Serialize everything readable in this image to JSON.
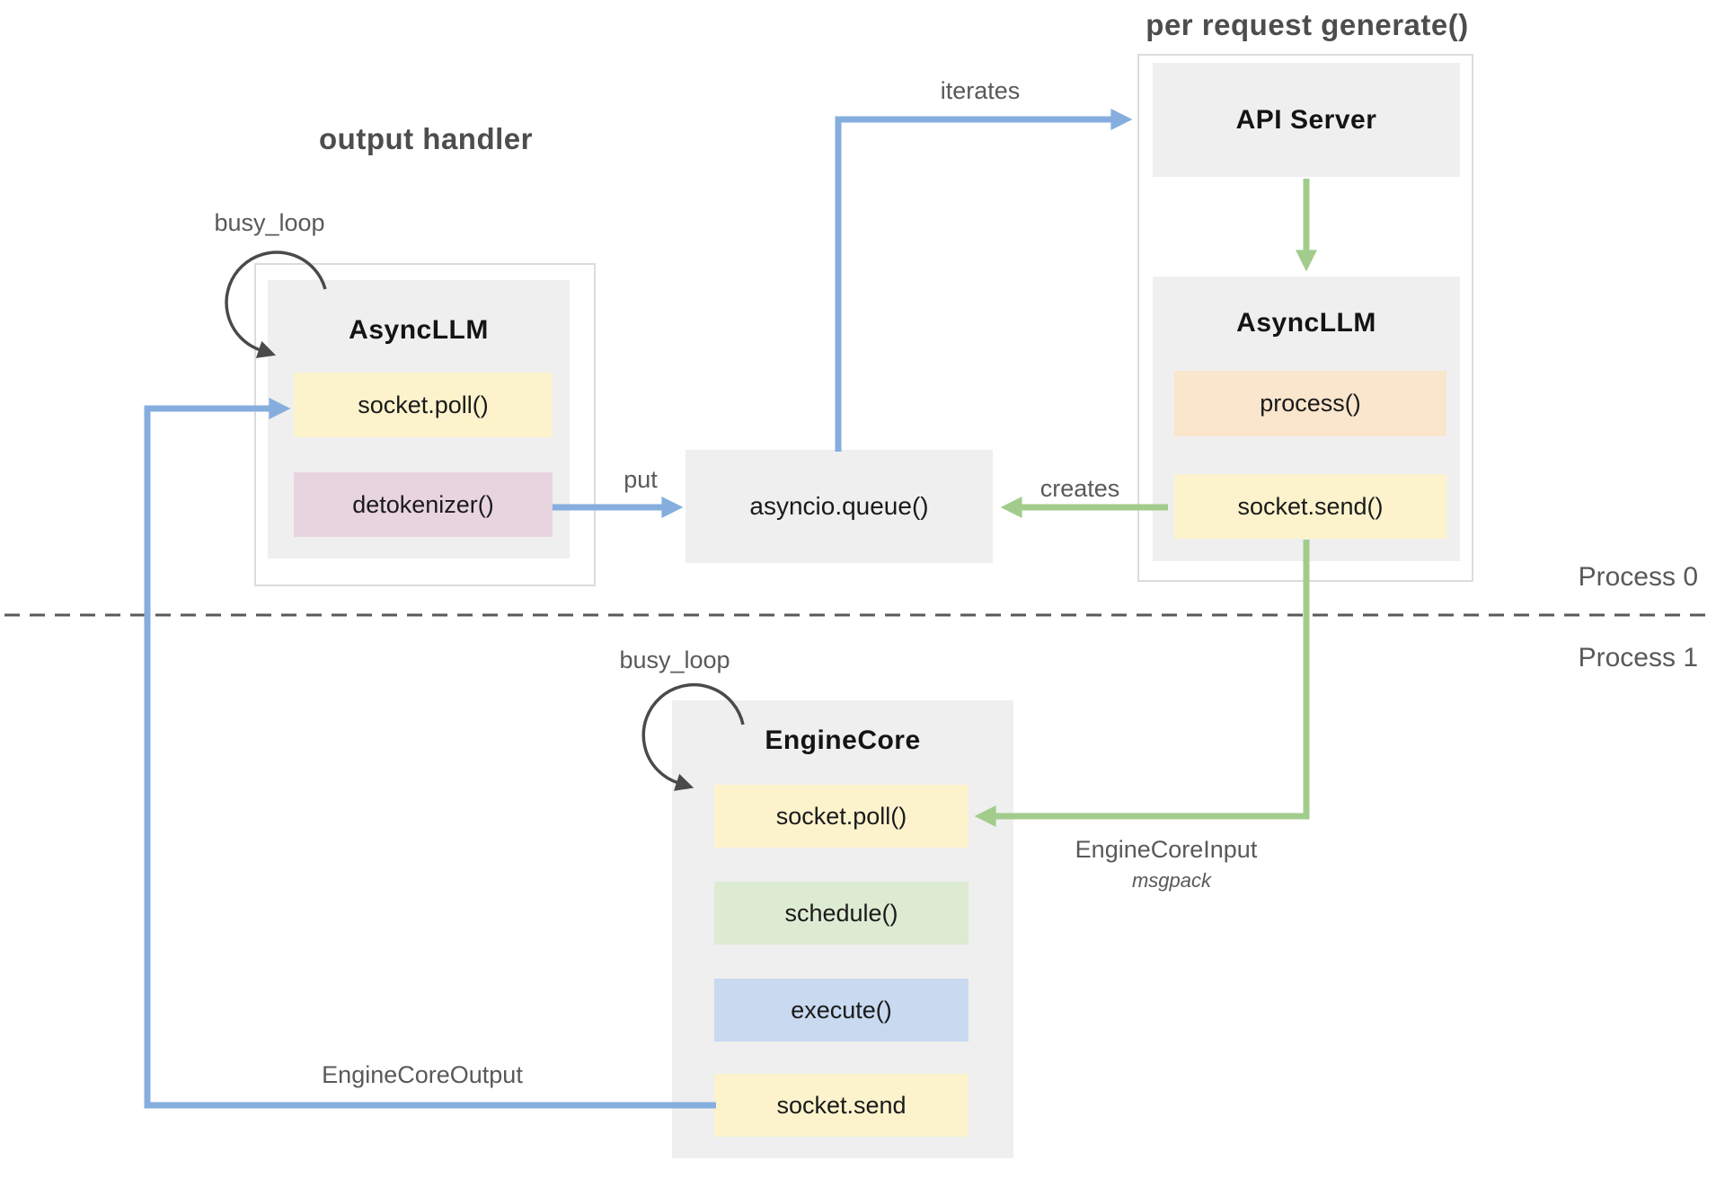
{
  "titles": {
    "output_handler": "output handler",
    "per_request_generate": "per request generate()"
  },
  "process_labels": {
    "process0": "Process 0",
    "process1": "Process 1"
  },
  "left_asyncllm": {
    "busy_loop": "busy_loop",
    "title": "AsyncLLM",
    "methods": [
      {
        "label": "socket.poll()",
        "style": "yellow"
      },
      {
        "label": "detokenizer()",
        "style": "pink"
      }
    ]
  },
  "queue": {
    "label": "asyncio.queue()"
  },
  "right_panel": {
    "api_server": "API Server",
    "asyncllm_title": "AsyncLLM",
    "methods": [
      {
        "label": "process()",
        "style": "peach"
      },
      {
        "label": "socket.send()",
        "style": "yellow"
      }
    ]
  },
  "engine_core": {
    "busy_loop": "busy_loop",
    "title": "EngineCore",
    "methods": [
      {
        "label": "socket.poll()",
        "style": "yellow"
      },
      {
        "label": "schedule()",
        "style": "green"
      },
      {
        "label": "execute()",
        "style": "blue"
      },
      {
        "label": "socket.send",
        "style": "yellow"
      }
    ]
  },
  "edge_labels": {
    "iterates": "iterates",
    "put": "put",
    "creates": "creates",
    "engine_core_input": "EngineCoreInput",
    "engine_core_input_sub": "msgpack",
    "engine_core_output": "EngineCoreOutput"
  },
  "colors": {
    "panel_gray": "#efefef",
    "outer_border": "#dcdcdc",
    "yellow_box": "#fcf3cd",
    "pink_box": "#e8d4de",
    "peach_box": "#fae5cd",
    "green_box": "#ddebd2",
    "blue_box": "#c8d9f0",
    "arrow_blue": "#85aede",
    "arrow_green": "#a2cc8b",
    "loop_arrow": "#4a4a4a",
    "label_gray": "#595959",
    "text_dark": "#1a1a1a"
  }
}
